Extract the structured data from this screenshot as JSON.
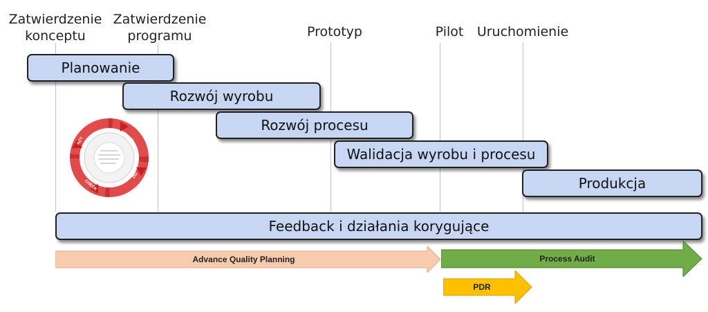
{
  "milestones": [
    {
      "line1": "Zatwierdzenie",
      "line2": "konceptu"
    },
    {
      "line1": "Zatwierdzenie",
      "line2": "programu"
    },
    {
      "line1": "Prototyp"
    },
    {
      "line1": "Pilot"
    },
    {
      "line1": "Uruchomienie"
    }
  ],
  "phases": [
    {
      "label": "Planowanie"
    },
    {
      "label": "Rozwój wyrobu"
    },
    {
      "label": "Rozwój procesu"
    },
    {
      "label": "Walidacja wyrobu i procesu"
    },
    {
      "label": "Produkcja"
    },
    {
      "label": "Feedback i działania korygujące"
    }
  ],
  "arrows": [
    {
      "label": "Advance Quality Planning",
      "color": "#f8cbad"
    },
    {
      "label": "Process Audit",
      "color": "#70ad47"
    },
    {
      "label": "PDR",
      "color": "#ffc000"
    }
  ],
  "pdca": {
    "plan": "PLAN",
    "do": "DO",
    "check": "CHECK",
    "act": "ACT",
    "accent": "#e03c3c"
  }
}
